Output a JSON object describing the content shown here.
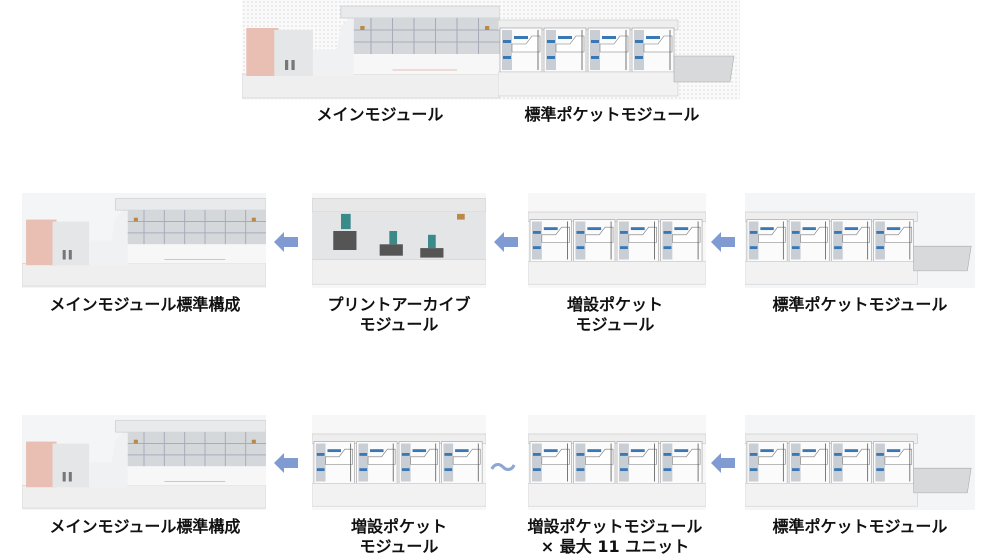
{
  "top": {
    "labels": [
      "メインモジュール",
      "標準ポケットモジュール"
    ]
  },
  "row1": {
    "labels": [
      {
        "line1": "メインモジュール標準構成",
        "line2": ""
      },
      {
        "line1": "プリントアーカイブ",
        "line2": "モジュール"
      },
      {
        "line1": "増設ポケット",
        "line2": "モジュール"
      },
      {
        "line1": "標準ポケットモジュール",
        "line2": ""
      }
    ]
  },
  "row2": {
    "labels": [
      {
        "line1": "メインモジュール標準構成",
        "line2": ""
      },
      {
        "line1": "増設ポケット",
        "line2": "モジュール"
      },
      {
        "line1": "増設ポケットモジュール",
        "line2": "× 最大 11 ユニット"
      },
      {
        "line1": "標準ポケットモジュール",
        "line2": ""
      }
    ],
    "tilde": "～"
  },
  "colors": {
    "arrow": "#7f9bd1",
    "accent_blue": "#3a78b5",
    "pink": "#e8bfb2"
  }
}
